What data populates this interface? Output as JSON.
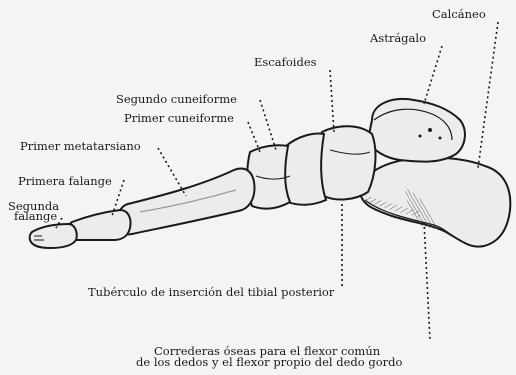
{
  "figure": {
    "labels": {
      "calcaneo": "Calcáneo",
      "astragalo": "Astrágalo",
      "escafoides": "Escafoides",
      "segundo_cuneiforme": "Segundo cuneiforme",
      "primer_cuneiforme": "Primer cuneiforme",
      "primer_metatarsiano": "Primer metatarsiano",
      "primera_falange": "Primera falange",
      "segunda_falange_1": "Segunda",
      "segunda_falange_2": "falange",
      "tuberculo": "Tubérculo de inserción del tibial posterior",
      "correderas_1": "Correderas óseas para el flexor común",
      "correderas_2": "de los dedos y el flexor propio del dedo gordo"
    },
    "colors": {
      "ink": "#1a1a1a",
      "paper": "#f4f4f2",
      "bone": "#ececec",
      "shade": "#9a9a9a"
    }
  }
}
